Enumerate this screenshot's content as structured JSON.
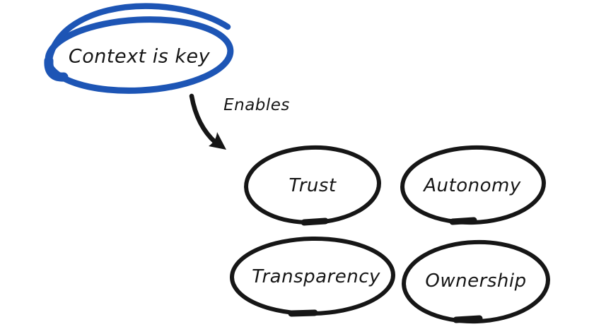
{
  "diagram": {
    "root": {
      "label": "Context is key"
    },
    "edge": {
      "label": "Enables"
    },
    "nodes": [
      {
        "id": "trust",
        "label": "Trust"
      },
      {
        "id": "autonomy",
        "label": "Autonomy"
      },
      {
        "id": "transparency",
        "label": "Transparency"
      },
      {
        "id": "ownership",
        "label": "Ownership"
      }
    ]
  },
  "colors": {
    "highlight_blue": "#1d55b5",
    "ink_black": "#161616",
    "background": "#ffffff"
  }
}
